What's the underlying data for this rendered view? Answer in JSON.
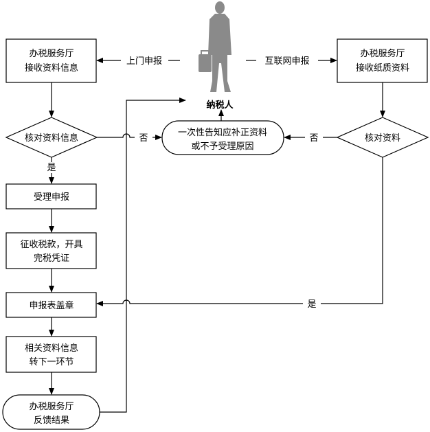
{
  "nodes": {
    "hall_receive_info": [
      "办税服务厅",
      "接收资料信息"
    ],
    "hall_receive_paper": [
      "办税服务厅",
      "接收纸质资料"
    ],
    "taxpayer": "纳税人",
    "check_info": "核对资料信息",
    "notify": [
      "一次性告知应补正资料",
      "或不予受理原因"
    ],
    "check_docs": "核对资料",
    "accept": "受理申报",
    "collect": [
      "征收税款，开具",
      "完税凭证"
    ],
    "stamp": "申报表盖章",
    "transfer": [
      "相关资料信息",
      "转下一环节"
    ],
    "feedback": [
      "办税服务厅",
      "反馈结果"
    ]
  },
  "edges": {
    "onsite": "上门申报",
    "internet": "互联网申报",
    "no_left": "否",
    "no_right": "否",
    "yes_left": "是",
    "yes_right": "是"
  },
  "colors": {
    "line": "#000000",
    "person": "#8a8a8a"
  },
  "icons": {
    "taxpayer": "person-with-briefcase-icon"
  }
}
